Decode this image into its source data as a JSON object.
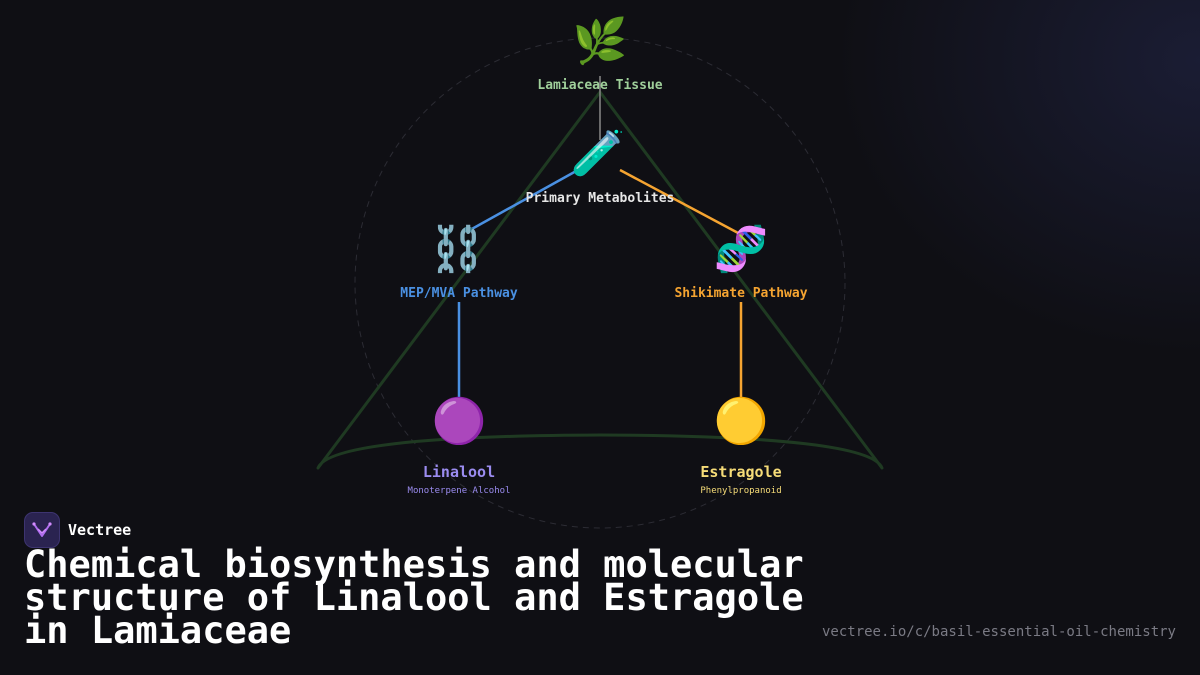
{
  "diagram": {
    "nodes": {
      "tissue": {
        "icon": "leaf-icon",
        "glyph": "🌿",
        "label": "Lamiaceae Tissue",
        "color": "#9fcf9a"
      },
      "primary": {
        "icon": "test-tube-icon",
        "glyph": "🧪",
        "label": "Primary Metabolites",
        "color": "#e6e6e6"
      },
      "mep": {
        "icon": "chain-icon",
        "glyph": "⛓️",
        "label": "MEP/MVA Pathway",
        "color": "#4a90e2"
      },
      "shikimate": {
        "icon": "dna-icon",
        "glyph": "🧬",
        "label": "Shikimate Pathway",
        "color": "#f5a431"
      },
      "linalool": {
        "icon": "purple-circle-icon",
        "glyph": "🟣",
        "label": "Linalool",
        "sublabel": "Monoterpene Alcohol",
        "color": "#9b8cf0"
      },
      "estragole": {
        "icon": "yellow-circle-icon",
        "glyph": "🟡",
        "label": "Estragole",
        "sublabel": "Phenylpropanoid",
        "color": "#f6dc78"
      }
    },
    "connector_colors": {
      "tissue_to_primary": "#888888",
      "mep_branch": "#4a90e2",
      "shikimate_branch": "#f5a431",
      "leaf_outline": "#1f3a22",
      "circle_outline": "#2c2c34"
    }
  },
  "brand": {
    "logo_icon": "vectree-logo-icon",
    "name": "Vectree"
  },
  "title": "Chemical biosynthesis and molecular structure of Linalool and Estragole in Lamiaceae",
  "url": "vectree.io/c/basil-essential-oil-chemistry"
}
